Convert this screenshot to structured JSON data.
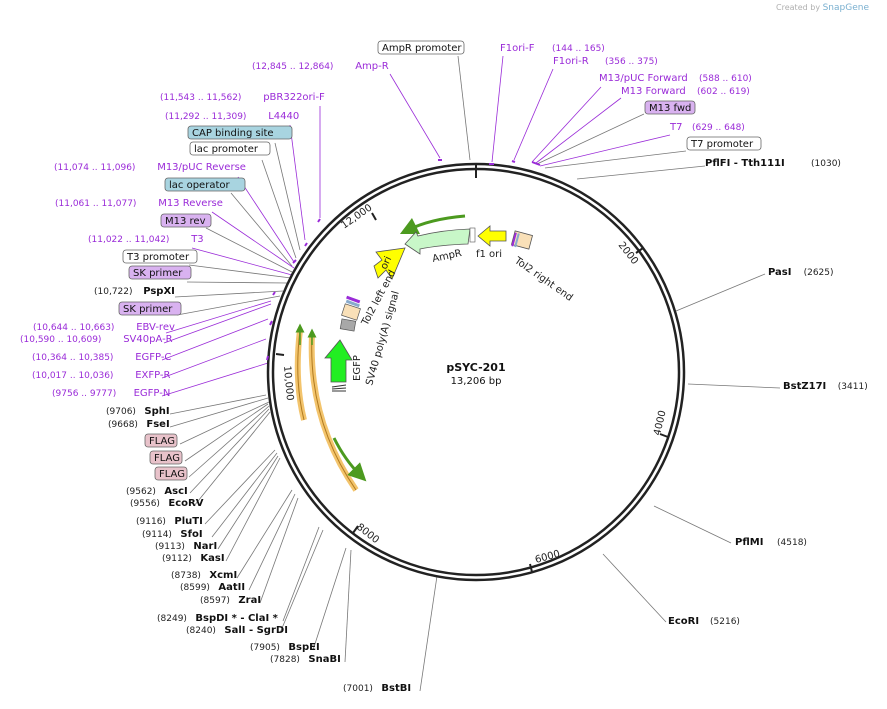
{
  "credit": {
    "prefix": "Created by",
    "brand": "SnapGene"
  },
  "plasmid": {
    "name": "pSYC-201",
    "length": "13,206 bp"
  },
  "ticks": [
    "2000",
    "4000",
    "6000",
    "8000",
    "10,000",
    "12,000"
  ],
  "features": {
    "f1ori": "f1 ori",
    "ampr": "AmpR",
    "ori": "ori",
    "tol2_right": "Tol2 right end",
    "tol2_left": "Tol2 left end",
    "sv40pa": "SV40 poly(A) signal",
    "egfp": "EGFP"
  },
  "labels": [
    {
      "id": "ampr-promoter",
      "text": "AmpR promoter",
      "range": "",
      "style": "box-white"
    },
    {
      "id": "f1ori-f",
      "text": "F1ori-F",
      "range": "(144 .. 165)",
      "style": "purple"
    },
    {
      "id": "f1ori-r",
      "text": "F1ori-R",
      "range": "(356 .. 375)",
      "style": "purple"
    },
    {
      "id": "m13puc-forward",
      "text": "M13/pUC Forward",
      "range": "(588 .. 610)",
      "style": "purple"
    },
    {
      "id": "m13-forward",
      "text": "M13 Forward",
      "range": "(602 .. 619)",
      "style": "purple"
    },
    {
      "id": "m13-fwd",
      "text": "M13 fwd",
      "range": "",
      "style": "box-purple"
    },
    {
      "id": "t7",
      "text": "T7",
      "range": "(629 .. 648)",
      "style": "purple"
    },
    {
      "id": "t7-promoter",
      "text": "T7 promoter",
      "range": "",
      "style": "box-white"
    },
    {
      "id": "amp-r",
      "text": "Amp-R",
      "range": "(12,845 .. 12,864)",
      "style": "purple"
    },
    {
      "id": "pbr322ori-f",
      "text": "pBR322ori-F",
      "range": "(11,543 .. 11,562)",
      "style": "purple"
    },
    {
      "id": "l4440",
      "text": "L4440",
      "range": "(11,292 .. 11,309)",
      "style": "purple"
    },
    {
      "id": "cap-binding-site",
      "text": "CAP binding site",
      "range": "",
      "style": "box-blue"
    },
    {
      "id": "lac-promoter",
      "text": "lac promoter",
      "range": "",
      "style": "box-white"
    },
    {
      "id": "m13puc-reverse",
      "text": "M13/pUC Reverse",
      "range": "(11,074 .. 11,096)",
      "style": "purple"
    },
    {
      "id": "lac-operator",
      "text": "lac operator",
      "range": "",
      "style": "box-blue"
    },
    {
      "id": "m13-reverse",
      "text": "M13 Reverse",
      "range": "(11,061 .. 11,077)",
      "style": "purple"
    },
    {
      "id": "m13-rev",
      "text": "M13 rev",
      "range": "",
      "style": "box-purple"
    },
    {
      "id": "t3",
      "text": "T3",
      "range": "(11,022 .. 11,042)",
      "style": "purple"
    },
    {
      "id": "t3-promoter",
      "text": "T3 promoter",
      "range": "",
      "style": "box-white"
    },
    {
      "id": "sk-primer-1",
      "text": "SK primer",
      "range": "",
      "style": "box-purple"
    },
    {
      "id": "pspxi",
      "text": "PspXI",
      "range": "(10,722)",
      "style": "enzyme"
    },
    {
      "id": "sk-primer-2",
      "text": "SK primer",
      "range": "",
      "style": "box-purple"
    },
    {
      "id": "ebv-rev",
      "text": "EBV-rev",
      "range": "(10,644 .. 10,663)",
      "style": "purple"
    },
    {
      "id": "sv40pa-r",
      "text": "SV40pA-R",
      "range": "(10,590 .. 10,609)",
      "style": "purple"
    },
    {
      "id": "egfp-c",
      "text": "EGFP-C",
      "range": "(10,364 .. 10,385)",
      "style": "purple"
    },
    {
      "id": "exfp-r",
      "text": "EXFP-R",
      "range": "(10,017 .. 10,036)",
      "style": "purple"
    },
    {
      "id": "egfp-n",
      "text": "EGFP-N",
      "range": "(9756 .. 9777)",
      "style": "purple"
    },
    {
      "id": "sphi",
      "text": "SphI",
      "range": "(9706)",
      "style": "enzyme"
    },
    {
      "id": "fsei",
      "text": "FseI",
      "range": "(9668)",
      "style": "enzyme"
    },
    {
      "id": "flag-1",
      "text": "FLAG",
      "range": "",
      "style": "box-pink"
    },
    {
      "id": "flag-2",
      "text": "FLAG",
      "range": "",
      "style": "box-pink"
    },
    {
      "id": "flag-3",
      "text": "FLAG",
      "range": "",
      "style": "box-pink"
    },
    {
      "id": "asci",
      "text": "AscI",
      "range": "(9562)",
      "style": "enzyme"
    },
    {
      "id": "ecorv",
      "text": "EcoRV",
      "range": "(9556)",
      "style": "enzyme"
    },
    {
      "id": "pluti",
      "text": "PluTI",
      "range": "(9116)",
      "style": "enzyme"
    },
    {
      "id": "sfoi",
      "text": "SfoI",
      "range": "(9114)",
      "style": "enzyme"
    },
    {
      "id": "nari",
      "text": "NarI",
      "range": "(9113)",
      "style": "enzyme"
    },
    {
      "id": "kasi",
      "text": "KasI",
      "range": "(9112)",
      "style": "enzyme"
    },
    {
      "id": "xcmi",
      "text": "XcmI",
      "range": "(8738)",
      "style": "enzyme"
    },
    {
      "id": "aatii",
      "text": "AatII",
      "range": "(8599)",
      "style": "enzyme"
    },
    {
      "id": "zrai",
      "text": "ZraI",
      "range": "(8597)",
      "style": "enzyme"
    },
    {
      "id": "bspdi-clai",
      "text": "BspDI * - ClaI *",
      "range": "(8249)",
      "style": "enzyme"
    },
    {
      "id": "sali-sgrdi",
      "text": "SalI - SgrDI",
      "range": "(8240)",
      "style": "enzyme"
    },
    {
      "id": "bspei",
      "text": "BspEI",
      "range": "(7905)",
      "style": "enzyme"
    },
    {
      "id": "snabi",
      "text": "SnaBI",
      "range": "(7828)",
      "style": "enzyme"
    },
    {
      "id": "bstbi",
      "text": "BstBI",
      "range": "(7001)",
      "style": "enzyme"
    },
    {
      "id": "pflfi-tth111i",
      "text": "PflFI - Tth111I",
      "range": "(1030)",
      "style": "enzyme-r"
    },
    {
      "id": "pasi",
      "text": "PasI",
      "range": "(2625)",
      "style": "enzyme-r"
    },
    {
      "id": "bstz17i",
      "text": "BstZ17I",
      "range": "(3411)",
      "style": "enzyme-r"
    },
    {
      "id": "pflmi",
      "text": "PflMI",
      "range": "(4518)",
      "style": "enzyme-r"
    },
    {
      "id": "ecori",
      "text": "EcoRI",
      "range": "(5216)",
      "style": "enzyme-r"
    }
  ],
  "colors": {
    "purple": "#9a2bd8",
    "box_blue": "#a8d4e0",
    "box_purple": "#d9b2f0",
    "box_pink": "#e8c2ca",
    "ampr_fill": "#c8f7c8",
    "ori_fill": "#ffff00",
    "egfp_fill": "#22ee22",
    "tol2_fill": "#f9e0b8",
    "sv40_fill": "#a8a8a8",
    "orange_arc": "#f3c46c"
  }
}
